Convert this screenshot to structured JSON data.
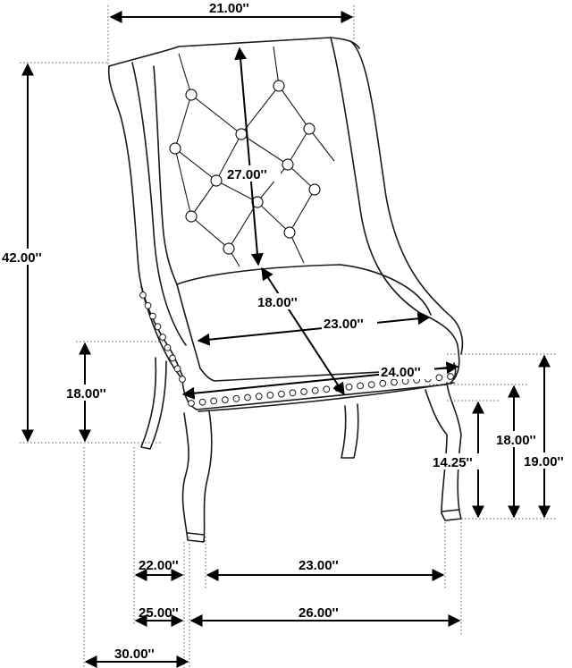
{
  "diagram": {
    "type": "dimensioned-furniture-drawing",
    "subject": "tufted wingback dining chair",
    "line_color": "#1a1a1a",
    "background": "#ffffff",
    "dimensions": {
      "top_width": "21.00''",
      "back_height": "27.00''",
      "overall_height": "42.00''",
      "seat_depth": "18.00''",
      "inner_width": "23.00''",
      "seat_front_width": "24.00''",
      "seat_height": "18.00''",
      "arm_height": "18.00''",
      "leg_height": "14.25''",
      "front_height": "19.00''",
      "leg_depth_inner": "22.00''",
      "leg_width_inner": "23.00''",
      "leg_depth_outer": "25.00''",
      "leg_width_outer": "26.00''",
      "overall_depth": "30.00''"
    }
  }
}
